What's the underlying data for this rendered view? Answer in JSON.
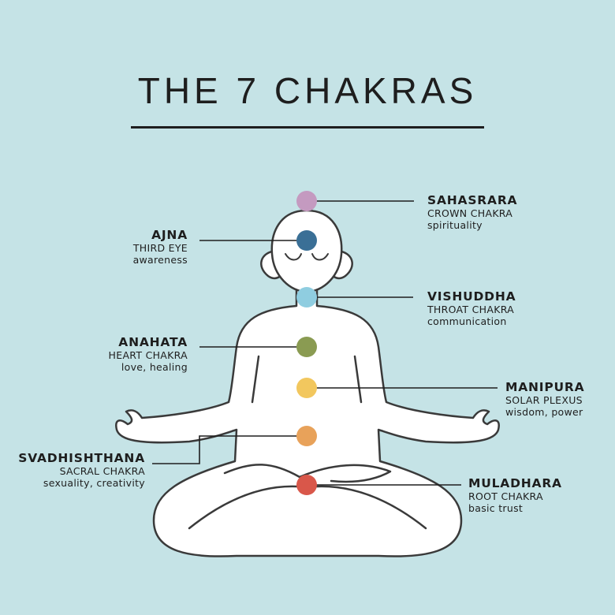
{
  "title": "THE 7 CHAKRAS",
  "chakras": [
    {
      "name": "SAHASRARA",
      "subtitle": "CROWN CHAKRA",
      "meaning": "spirituality",
      "color": "#c49ac0"
    },
    {
      "name": "AJNA",
      "subtitle": "THIRD EYE",
      "meaning": "awareness",
      "color": "#3a6f96"
    },
    {
      "name": "VISHUDDHA",
      "subtitle": "THROAT CHAKRA",
      "meaning": "communication",
      "color": "#8fcde0"
    },
    {
      "name": "ANAHATA",
      "subtitle": "HEART CHAKRA",
      "meaning": "love, healing",
      "color": "#8a9b52"
    },
    {
      "name": "MANIPURA",
      "subtitle": "SOLAR PLEXUS",
      "meaning": "wisdom, power",
      "color": "#f2c75e"
    },
    {
      "name": "SVADHISHTHANA",
      "subtitle": "SACRAL CHAKRA",
      "meaning": "sexuality, creativity",
      "color": "#e8a25a"
    },
    {
      "name": "MULADHARA",
      "subtitle": "ROOT CHAKRA",
      "meaning": "basic trust",
      "color": "#d9574a"
    }
  ]
}
